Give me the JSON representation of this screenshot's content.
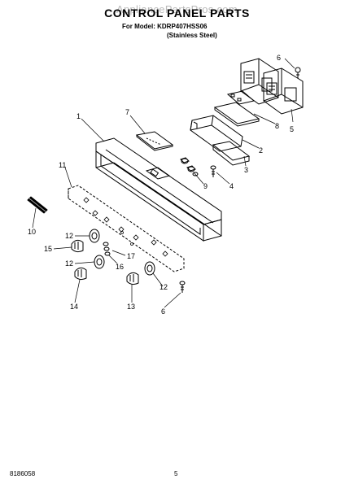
{
  "header": {
    "title": "CONTROL PANEL PARTS",
    "watermark": "AppliancePartsPros.com",
    "model_line": "For Model: KDRP407HSS06",
    "model_sub": "(Stainless Steel)"
  },
  "callouts": [
    {
      "id": "c6a",
      "label": "6"
    },
    {
      "id": "c5",
      "label": "5"
    },
    {
      "id": "c7",
      "label": "7"
    },
    {
      "id": "c8",
      "label": "8"
    },
    {
      "id": "c1",
      "label": "1"
    },
    {
      "id": "c2",
      "label": "2"
    },
    {
      "id": "c3",
      "label": "3"
    },
    {
      "id": "c4",
      "label": "4"
    },
    {
      "id": "c9",
      "label": "9"
    },
    {
      "id": "c11",
      "label": "11"
    },
    {
      "id": "c10",
      "label": "10"
    },
    {
      "id": "c12a",
      "label": "12"
    },
    {
      "id": "c15",
      "label": "15"
    },
    {
      "id": "c17",
      "label": "17"
    },
    {
      "id": "c12b",
      "label": "12"
    },
    {
      "id": "c16",
      "label": "16"
    },
    {
      "id": "c12c",
      "label": "12"
    },
    {
      "id": "c14",
      "label": "14"
    },
    {
      "id": "c13",
      "label": "13"
    },
    {
      "id": "c6b",
      "label": "6"
    }
  ],
  "footer": {
    "code": "8186058",
    "page_number": "5"
  }
}
